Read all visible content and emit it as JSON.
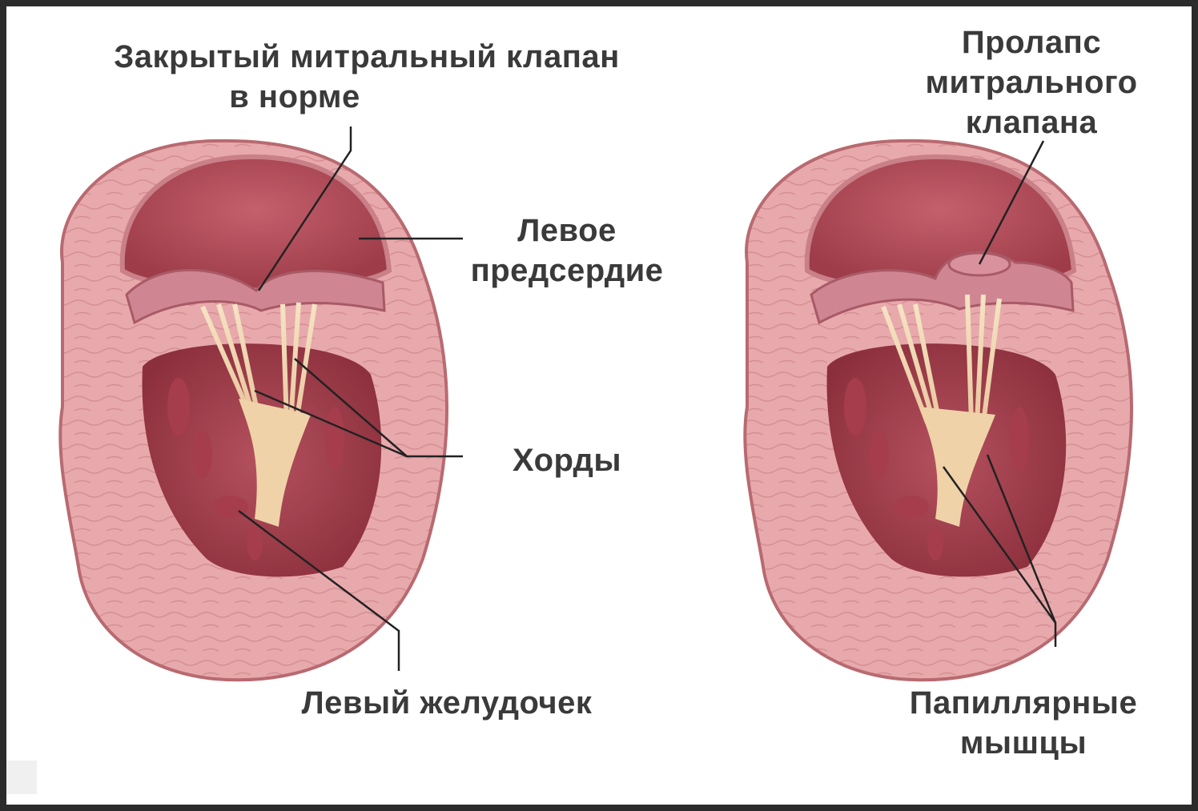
{
  "left_heart": {
    "title_line1": "Закрытый митральный клапан",
    "title_line2": "в норме",
    "atrium_line1": "Левое",
    "atrium_line2": "предсердие",
    "chords": "Хорды",
    "ventricle": "Левый желудочек"
  },
  "right_heart": {
    "prolapse_line1": "Пролапс",
    "prolapse_line2": "митрального",
    "prolapse_line3": "клапана",
    "papillary_line1": "Папиллярные",
    "papillary_line2": "мышцы"
  },
  "colors": {
    "wall": "#e8a9ac",
    "wall_outline": "#b86a70",
    "chamber": "#b0515b",
    "cavity_dark": "#8c2f3c",
    "valve": "#cf8692",
    "chord": "#f2dcb8",
    "leader_line": "#222222"
  }
}
